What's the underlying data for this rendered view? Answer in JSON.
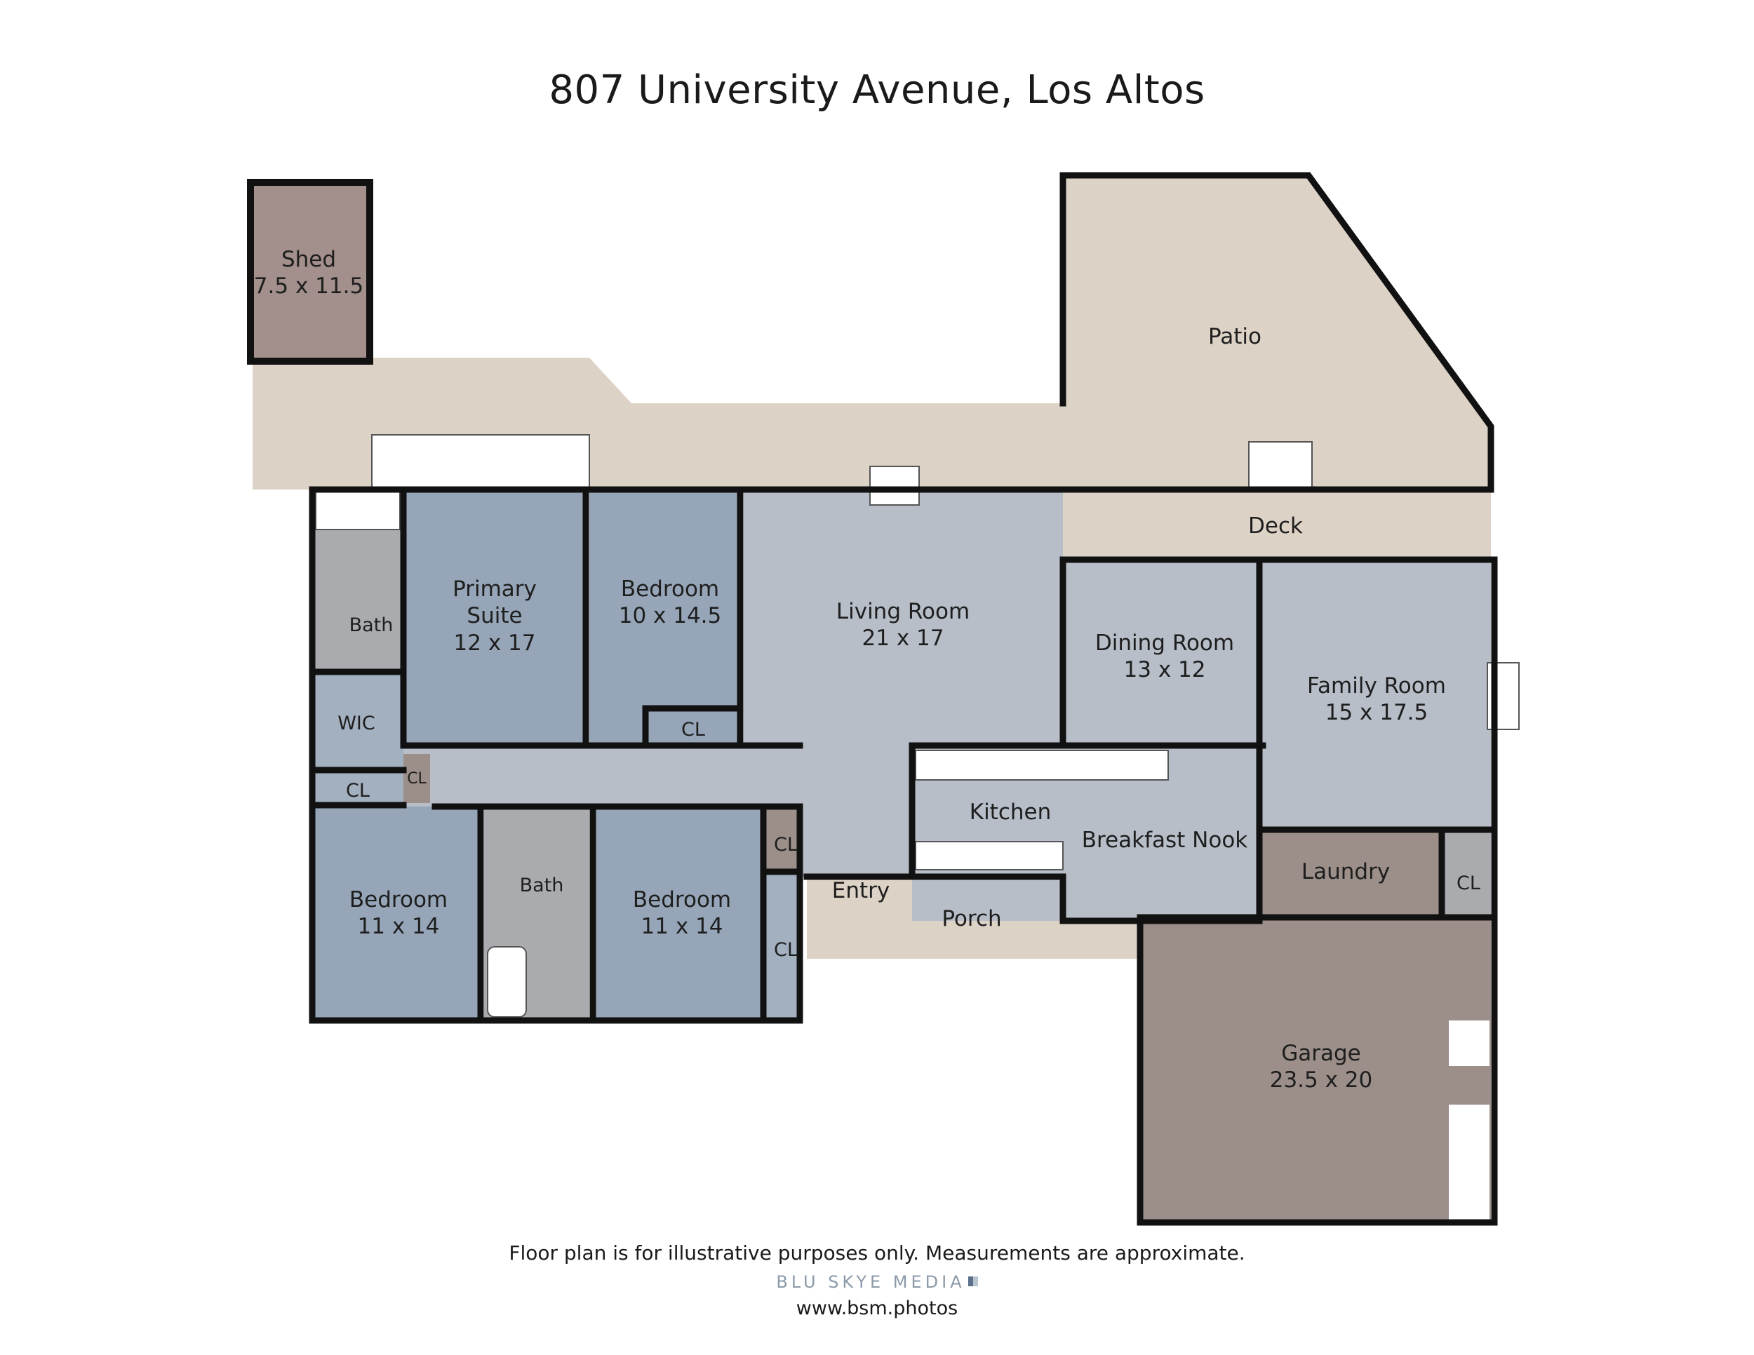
{
  "title": "807 University Avenue, Los Altos",
  "colors": {
    "outdoor": "#ddd2c6",
    "bedroom": "#96a6b8",
    "common": "#b7bec8",
    "garage": "#9c8f8a",
    "shed": "#a38f8c",
    "bath": "#a9abae",
    "wall": "#111111"
  },
  "rooms": {
    "shed": {
      "name": "Shed",
      "dims": "7.5 x 11.5"
    },
    "patio": {
      "name": "Patio"
    },
    "deck": {
      "name": "Deck"
    },
    "bath1": {
      "name": "Bath"
    },
    "wic": {
      "name": "WIC"
    },
    "cl_wic": {
      "name": "CL"
    },
    "cl_hall": {
      "name": "CL"
    },
    "primary": {
      "name_line1": "Primary",
      "name_line2": "Suite",
      "dims": "12 x 17"
    },
    "bedroom1": {
      "name": "Bedroom",
      "dims": "10 x 14.5"
    },
    "cl_bed1": {
      "name": "CL"
    },
    "living": {
      "name": "Living Room",
      "dims": "21 x 17"
    },
    "dining": {
      "name": "Dining Room",
      "dims": "13 x 12"
    },
    "family": {
      "name": "Family Room",
      "dims": "15 x 17.5"
    },
    "kitchen": {
      "name": "Kitchen"
    },
    "nook": {
      "name": "Breakfast Nook"
    },
    "laundry": {
      "name": "Laundry"
    },
    "cl_laundry": {
      "name": "CL"
    },
    "bedroom2": {
      "name": "Bedroom",
      "dims": "11 x 14"
    },
    "bath2": {
      "name": "Bath"
    },
    "bedroom3": {
      "name": "Bedroom",
      "dims": "11 x 14"
    },
    "cl_entry": {
      "name": "CL"
    },
    "cl_bed3": {
      "name": "CL"
    },
    "entry": {
      "name": "Entry"
    },
    "porch": {
      "name": "Porch"
    },
    "garage": {
      "name": "Garage",
      "dims": "23.5 x 20"
    }
  },
  "footer": {
    "disclaimer": "Floor plan is for illustrative purposes only. Measurements are approximate.",
    "brand": "BLU SKYE MEDIA",
    "url": "www.bsm.photos"
  }
}
